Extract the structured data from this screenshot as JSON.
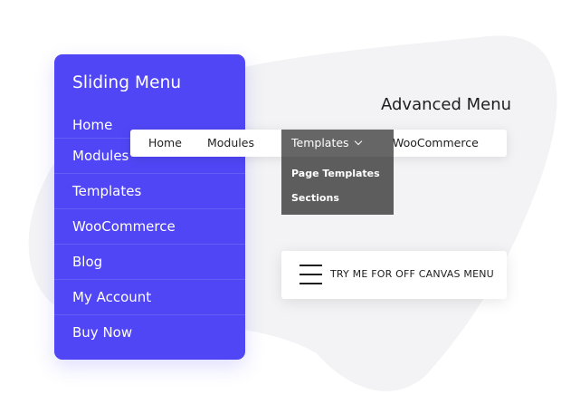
{
  "sliding_menu": {
    "title": "Sliding Menu",
    "items": [
      "Home",
      "Modules",
      "Templates",
      "WooCommerce",
      "Blog",
      "My Account",
      "Buy Now"
    ],
    "background_color": "#5046f5"
  },
  "advanced_menu": {
    "title": "Advanced Menu",
    "items": [
      "Home",
      "Modules",
      "Templates",
      "WooCommerce"
    ],
    "active_item": "Templates",
    "active_icon": "chevron-down-icon",
    "dropdown": [
      "Page Templates",
      "Sections"
    ]
  },
  "offcanvas": {
    "icon": "hamburger-menu-icon",
    "label": "TRY ME FOR OFF CANVAS MENU"
  }
}
